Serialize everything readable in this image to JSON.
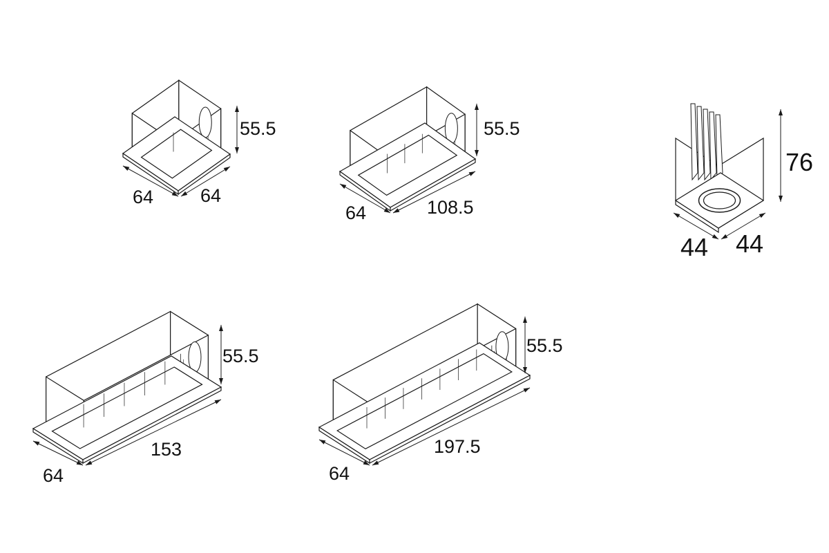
{
  "drawings": [
    {
      "name": "module-1x",
      "height": "55.5",
      "depth": "64",
      "length": "64"
    },
    {
      "name": "module-2x",
      "height": "55.5",
      "depth": "64",
      "length": "108.5"
    },
    {
      "name": "module-single-cube",
      "height": "76",
      "depth": "44",
      "length": "44"
    },
    {
      "name": "module-3x",
      "height": "55.5",
      "depth": "64",
      "length": "153"
    },
    {
      "name": "module-4x",
      "height": "55.5",
      "depth": "64",
      "length": "197.5"
    }
  ],
  "colors": {
    "line": "#1a1a1a",
    "background": "#ffffff"
  }
}
